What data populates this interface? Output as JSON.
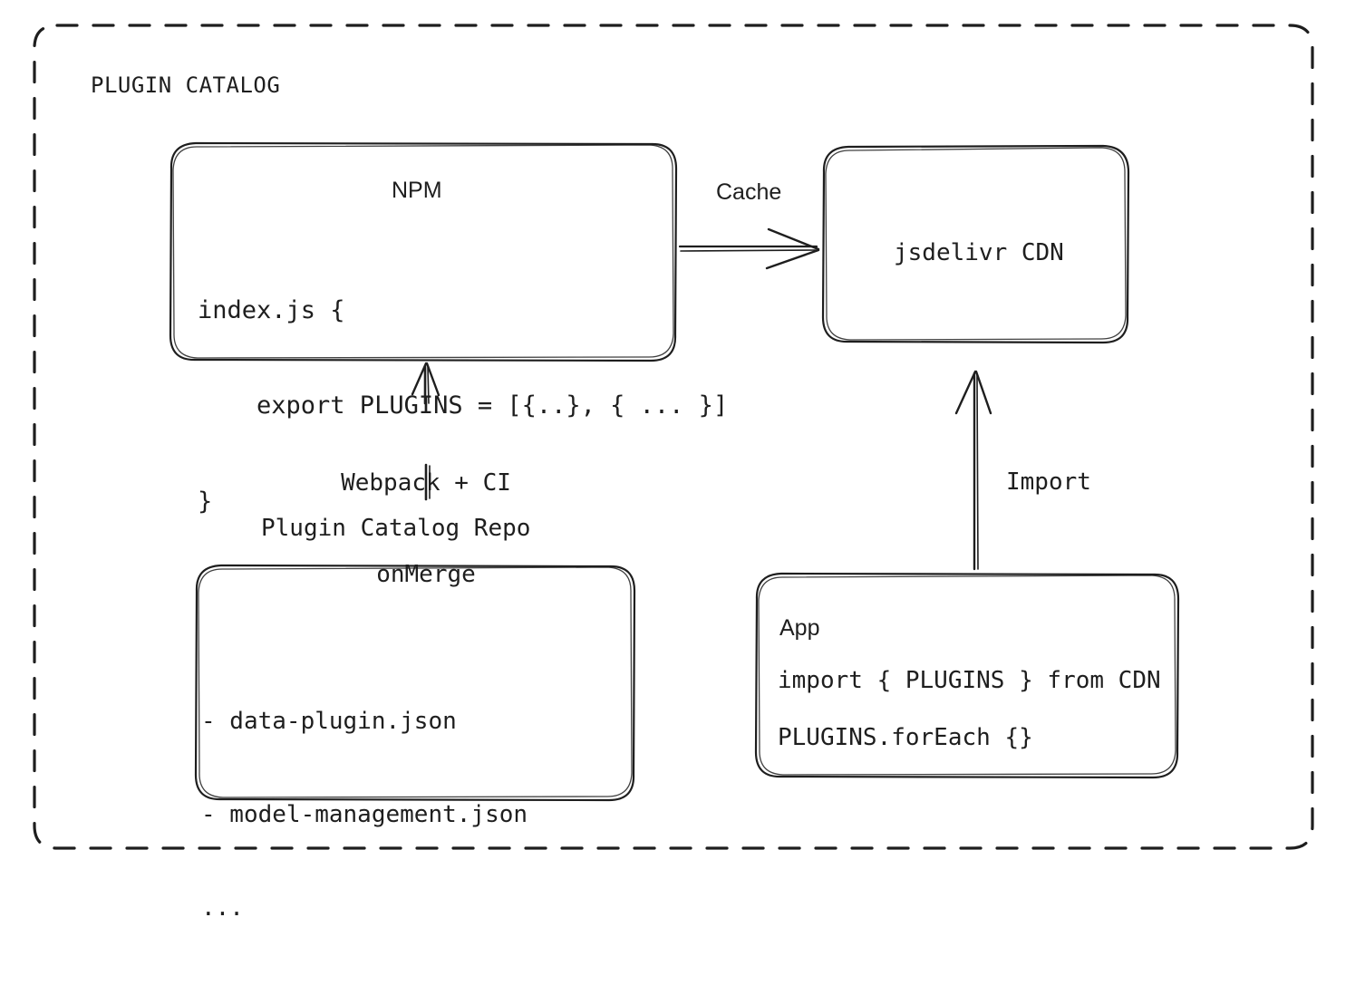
{
  "diagram": {
    "title": "PLUGIN CATALOG",
    "style": "hand-drawn",
    "stroke_color": "#1e1e1e",
    "background_color": "#ffffff"
  },
  "nodes": {
    "npm": {
      "title": "NPM",
      "code_line_1": "index.js {",
      "code_line_2": "    export PLUGINS = [{..}, { ... }]",
      "code_line_3": "}"
    },
    "cdn": {
      "title": "jsdelivr CDN"
    },
    "repo": {
      "title": "Plugin Catalog Repo",
      "item_1": "- data-plugin.json",
      "item_2": "- model-management.json",
      "item_3": "..."
    },
    "app": {
      "title": "App",
      "code_line_1": "import { PLUGINS } from CDN",
      "code_line_2": "PLUGINS.forEach {}"
    }
  },
  "edges": {
    "cache": {
      "label": "Cache",
      "from": "npm",
      "to": "cdn",
      "direction": "right"
    },
    "build": {
      "label_line_1": "Webpack + CI",
      "label_line_2": "onMerge",
      "from": "repo",
      "to": "npm",
      "direction": "up"
    },
    "import": {
      "label": "Import",
      "from": "app",
      "to": "cdn",
      "direction": "up"
    }
  }
}
